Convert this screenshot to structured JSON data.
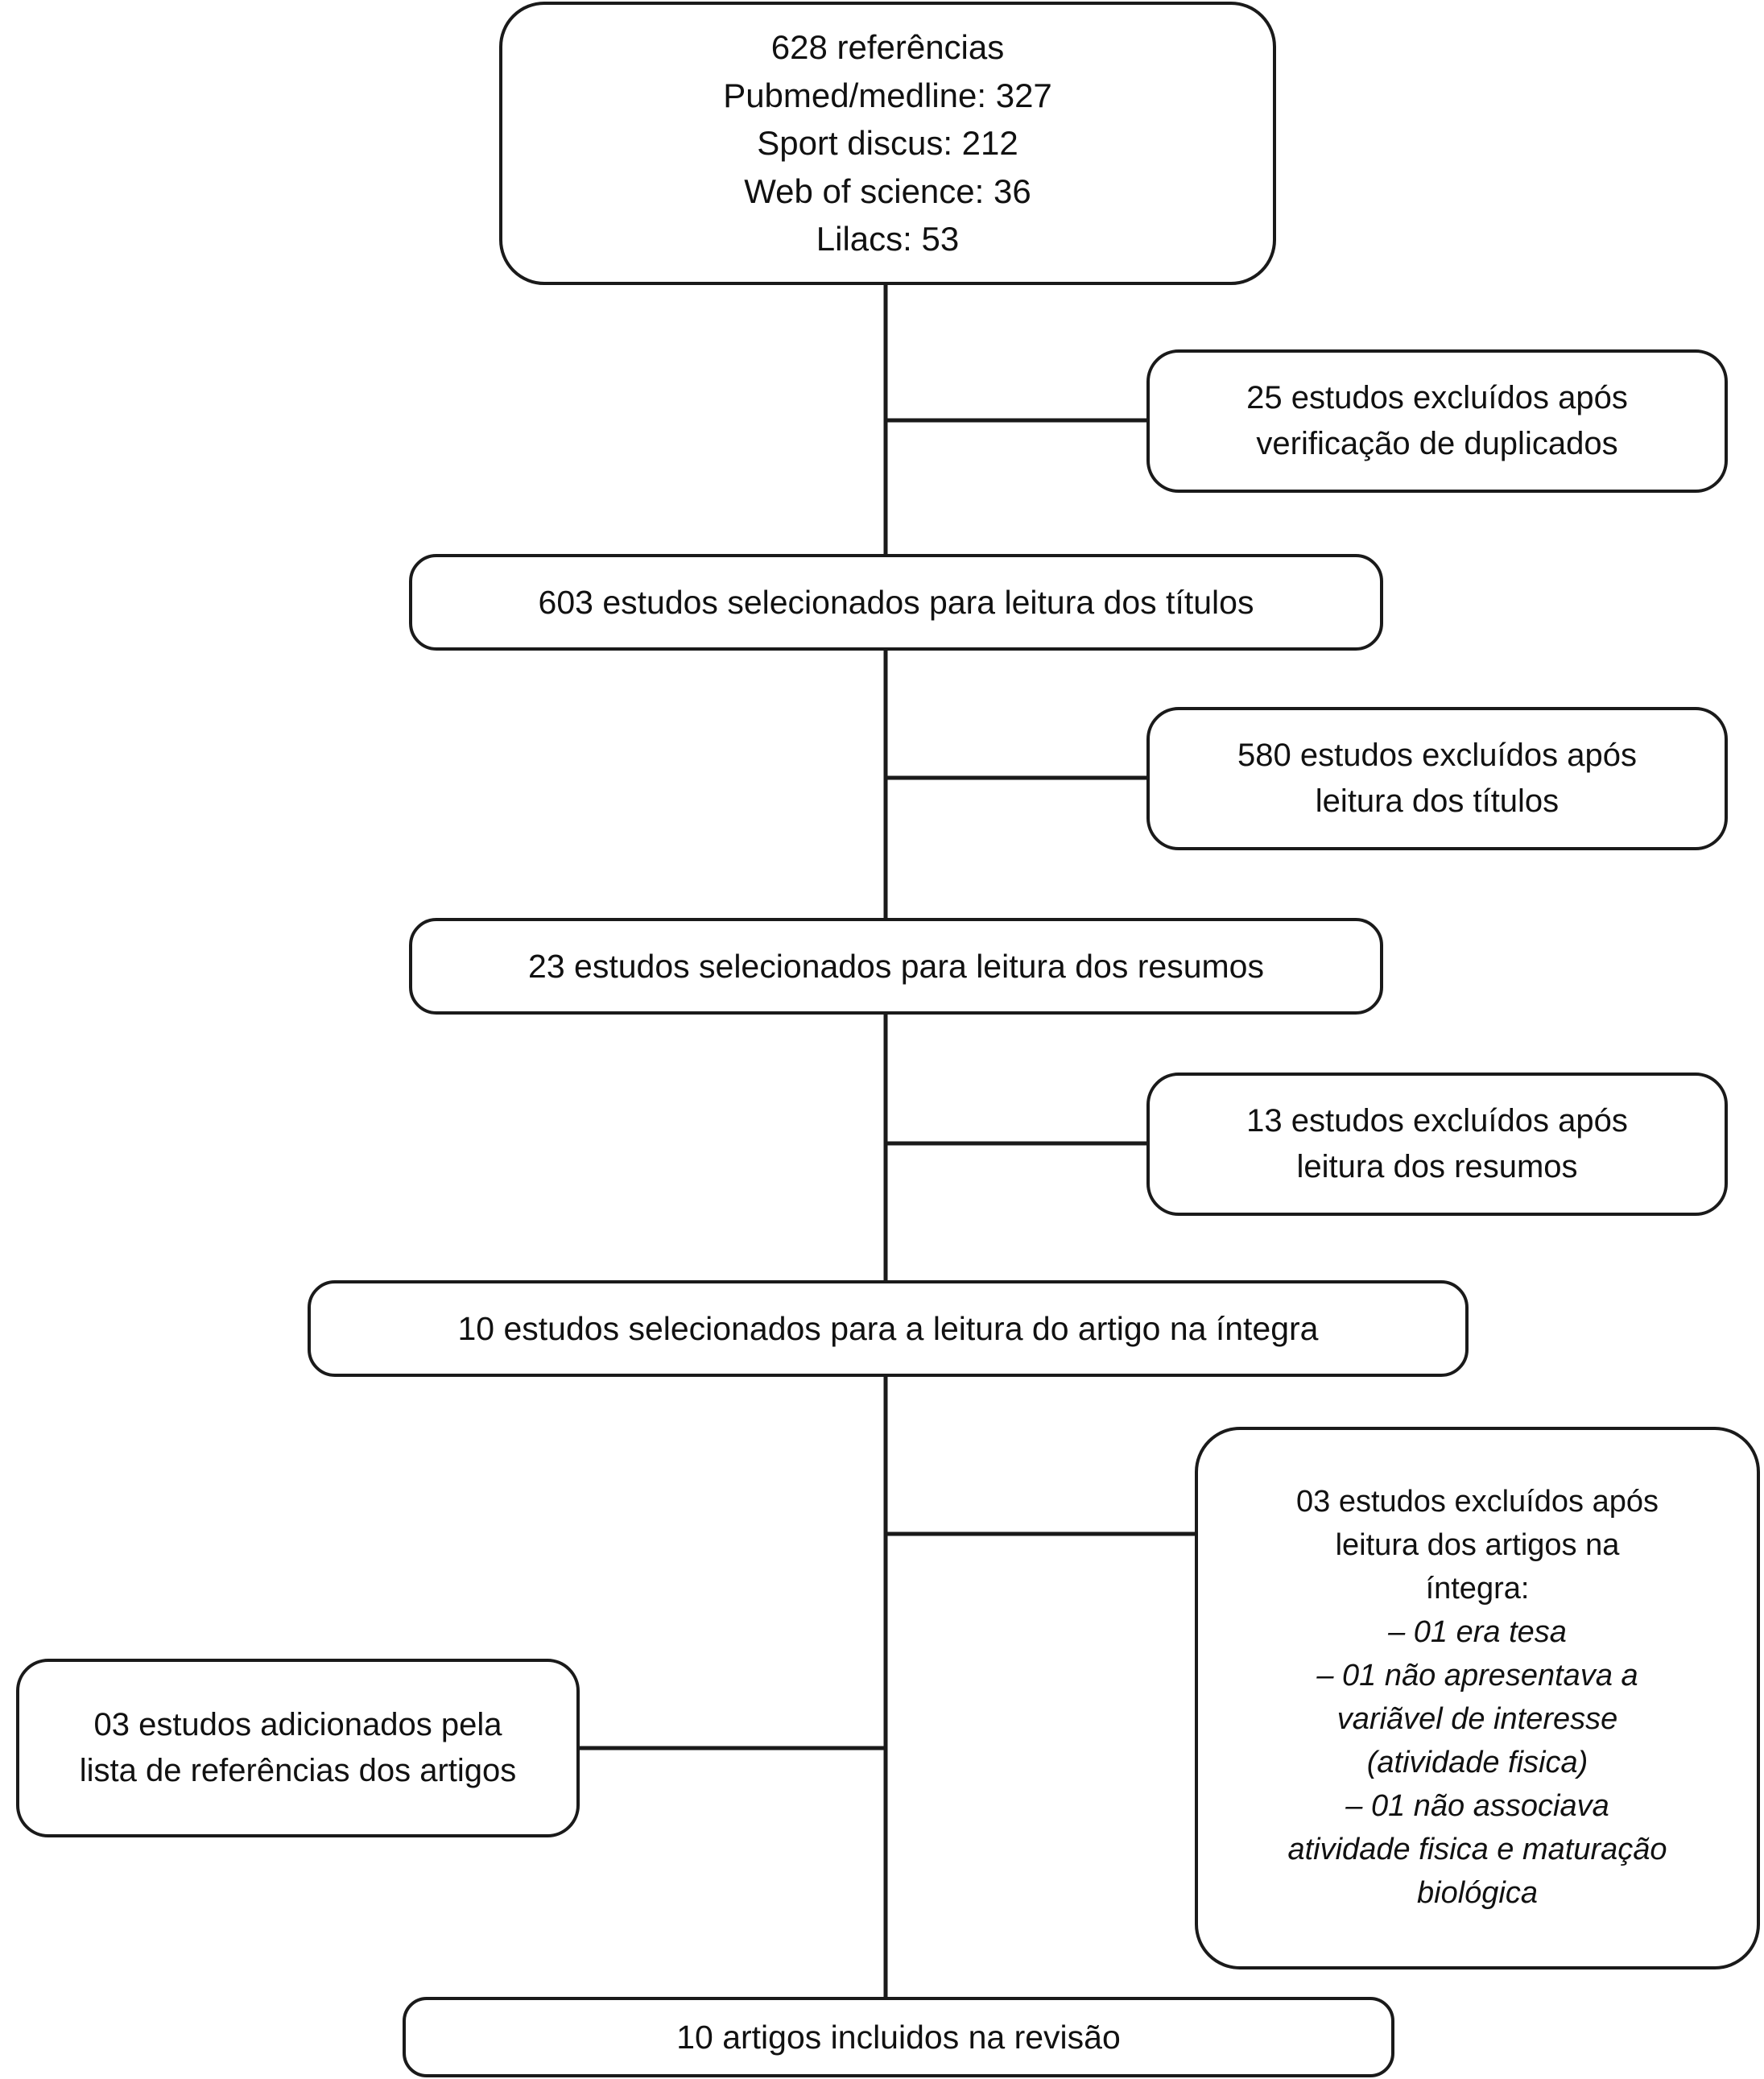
{
  "diagram": {
    "title": "Fluxograma de selecao de estudos",
    "type": "prisma-flowchart",
    "stroke_color": "#1a1a1a",
    "background_color": "#ffffff"
  },
  "nodes": {
    "sources": {
      "id": "sources",
      "lines": [
        "628 referências",
        "Pubmed/medline: 327",
        "Sport discus: 212",
        "Web of science: 36",
        "Lilacs: 53"
      ]
    },
    "excluded_duplicates": {
      "id": "excluded_duplicates",
      "lines": [
        "25 estudos excluídos após",
        "verificação de duplicados"
      ]
    },
    "selected_titles": {
      "id": "selected_titles",
      "lines": [
        "603 estudos selecionados para leitura dos títulos"
      ]
    },
    "excluded_titles": {
      "id": "excluded_titles",
      "lines": [
        "580 estudos excluídos após",
        "leitura dos títulos"
      ]
    },
    "selected_abstracts": {
      "id": "selected_abstracts",
      "lines": [
        "23 estudos selecionados para leitura dos resumos"
      ]
    },
    "excluded_abstracts": {
      "id": "excluded_abstracts",
      "lines": [
        "13 estudos excluídos após",
        "leitura dos resumos"
      ]
    },
    "selected_fulltext": {
      "id": "selected_fulltext",
      "lines": [
        "10 estudos selecionados para a leitura do artigo na íntegra"
      ]
    },
    "excluded_fulltext": {
      "id": "excluded_fulltext",
      "lines": [
        "03 estudos excluídos após",
        "leitura dos artigos na",
        "íntegra:"
      ],
      "italic_lines": [
        "– 01 era tesa",
        "– 01 não apresentava a",
        "variãvel de interesse",
        "(atividade fisica)",
        "– 01 não associava",
        "atividade fisica e maturação",
        "biológica"
      ]
    },
    "added_from_references": {
      "id": "added_from_references",
      "lines": [
        "03 estudos adicionados pela",
        "lista de referências dos artigos"
      ]
    },
    "included": {
      "id": "included",
      "lines": [
        "10 artigos incluidos na revisão"
      ]
    }
  },
  "chart_data": {
    "type": "flowchart",
    "title": "Fluxograma de selecao dos estudos",
    "stages": [
      {
        "label": "628 referências",
        "value": 628,
        "kind": "identification"
      },
      {
        "label": "Pubmed/medline",
        "value": 327,
        "kind": "source"
      },
      {
        "label": "Sport discus",
        "value": 212,
        "kind": "source"
      },
      {
        "label": "Web of science",
        "value": 36,
        "kind": "source"
      },
      {
        "label": "Lilacs",
        "value": 53,
        "kind": "source"
      },
      {
        "label": "25 estudos excluídos após verificação de duplicados",
        "value": 25,
        "kind": "excluded"
      },
      {
        "label": "603 estudos selecionados para leitura dos títulos",
        "value": 603,
        "kind": "screened"
      },
      {
        "label": "580 estudos excluídos após leitura dos títulos",
        "value": 580,
        "kind": "excluded"
      },
      {
        "label": "23 estudos selecionados para leitura dos resumos",
        "value": 23,
        "kind": "screened"
      },
      {
        "label": "13 estudos excluídos após leitura dos resumos",
        "value": 13,
        "kind": "excluded"
      },
      {
        "label": "10 estudos selecionados para a leitura do artigo na íntegra",
        "value": 10,
        "kind": "eligibility"
      },
      {
        "label": "03 estudos excluídos após leitura dos artigos na íntegra",
        "value": 3,
        "kind": "excluded"
      },
      {
        "label": "03 estudos adicionados pela lista de referências dos artigos",
        "value": 3,
        "kind": "added"
      },
      {
        "label": "10 artigos incluidos na revisão",
        "value": 10,
        "kind": "included"
      }
    ]
  }
}
